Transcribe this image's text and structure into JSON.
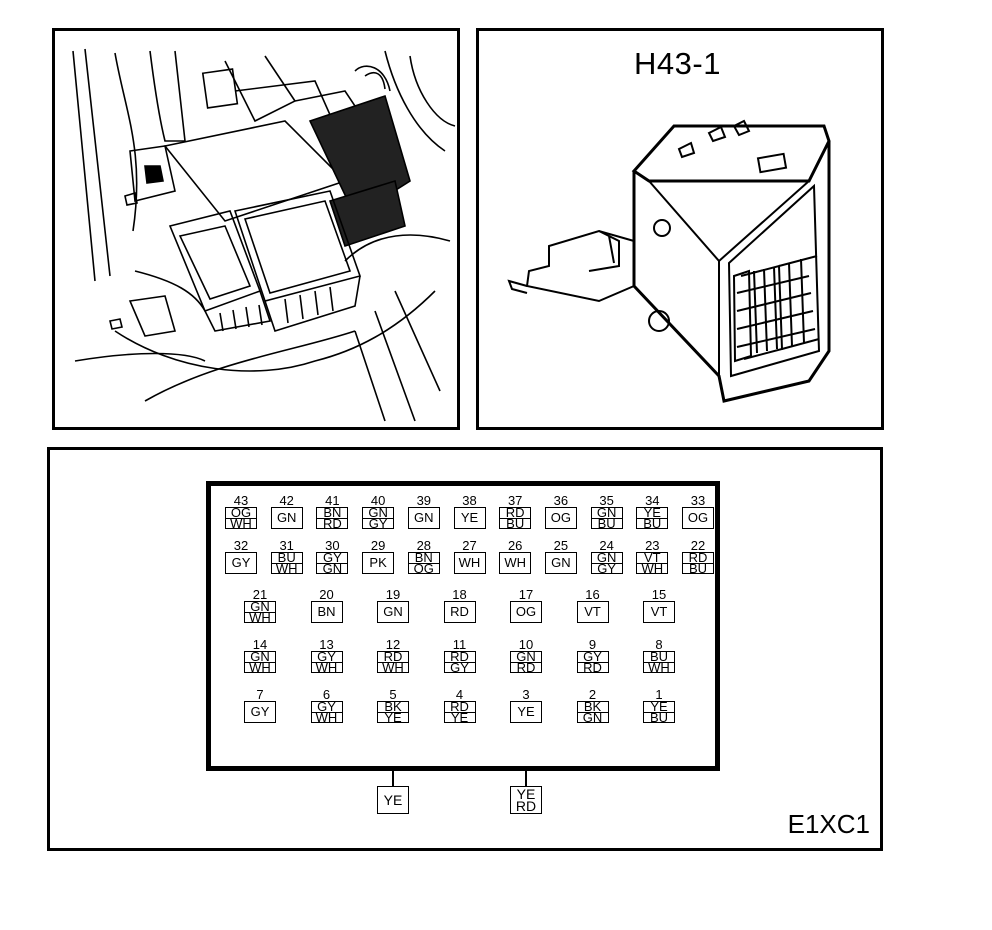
{
  "connector": {
    "title": "H43-1"
  },
  "diagram_id": "E1XC1",
  "pins": [
    {
      "num": "43",
      "colors": [
        "OG",
        "WH"
      ]
    },
    {
      "num": "42",
      "colors": [
        "GN"
      ]
    },
    {
      "num": "41",
      "colors": [
        "BN",
        "RD"
      ]
    },
    {
      "num": "40",
      "colors": [
        "GN",
        "GY"
      ]
    },
    {
      "num": "39",
      "colors": [
        "GN"
      ]
    },
    {
      "num": "38",
      "colors": [
        "YE"
      ]
    },
    {
      "num": "37",
      "colors": [
        "RD",
        "BU"
      ]
    },
    {
      "num": "36",
      "colors": [
        "OG"
      ]
    },
    {
      "num": "35",
      "colors": [
        "GN",
        "BU"
      ]
    },
    {
      "num": "34",
      "colors": [
        "YE",
        "BU"
      ]
    },
    {
      "num": "33",
      "colors": [
        "OG"
      ]
    },
    {
      "num": "32",
      "colors": [
        "GY"
      ]
    },
    {
      "num": "31",
      "colors": [
        "BU",
        "WH"
      ]
    },
    {
      "num": "30",
      "colors": [
        "GY",
        "GN"
      ]
    },
    {
      "num": "29",
      "colors": [
        "PK"
      ]
    },
    {
      "num": "28",
      "colors": [
        "BN",
        "OG"
      ]
    },
    {
      "num": "27",
      "colors": [
        "WH"
      ]
    },
    {
      "num": "26",
      "colors": [
        "WH"
      ]
    },
    {
      "num": "25",
      "colors": [
        "GN"
      ]
    },
    {
      "num": "24",
      "colors": [
        "GN",
        "GY"
      ]
    },
    {
      "num": "23",
      "colors": [
        "VT",
        "WH"
      ]
    },
    {
      "num": "22",
      "colors": [
        "RD",
        "BU"
      ]
    },
    {
      "num": "21",
      "colors": [
        "GN",
        "WH"
      ]
    },
    {
      "num": "20",
      "colors": [
        "BN"
      ]
    },
    {
      "num": "19",
      "colors": [
        "GN"
      ]
    },
    {
      "num": "18",
      "colors": [
        "RD"
      ]
    },
    {
      "num": "17",
      "colors": [
        "OG"
      ]
    },
    {
      "num": "16",
      "colors": [
        "VT"
      ]
    },
    {
      "num": "15",
      "colors": [
        "VT"
      ]
    },
    {
      "num": "14",
      "colors": [
        "GN",
        "WH"
      ]
    },
    {
      "num": "13",
      "colors": [
        "GY",
        "WH"
      ]
    },
    {
      "num": "12",
      "colors": [
        "RD",
        "WH"
      ]
    },
    {
      "num": "11",
      "colors": [
        "RD",
        "GY"
      ]
    },
    {
      "num": "10",
      "colors": [
        "GN",
        "RD"
      ]
    },
    {
      "num": "9",
      "colors": [
        "GY",
        "RD"
      ]
    },
    {
      "num": "8",
      "colors": [
        "BU",
        "WH"
      ]
    },
    {
      "num": "7",
      "colors": [
        "GY"
      ]
    },
    {
      "num": "6",
      "colors": [
        "GY",
        "WH"
      ]
    },
    {
      "num": "5",
      "colors": [
        "BK",
        "YE"
      ]
    },
    {
      "num": "4",
      "colors": [
        "RD",
        "YE"
      ]
    },
    {
      "num": "3",
      "colors": [
        "YE"
      ]
    },
    {
      "num": "2",
      "colors": [
        "BK",
        "GN"
      ]
    },
    {
      "num": "1",
      "colors": [
        "YE",
        "BU"
      ]
    }
  ],
  "external_wires": [
    {
      "from_pin": "5",
      "colors": [
        "YE"
      ]
    },
    {
      "from_pin": "3",
      "colors": [
        "YE",
        "RD"
      ]
    }
  ]
}
